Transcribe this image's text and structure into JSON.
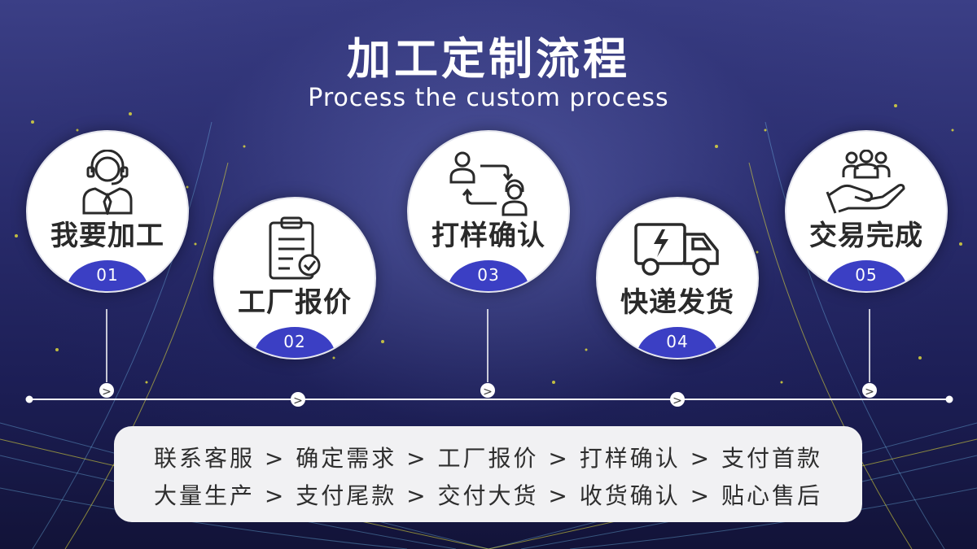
{
  "title": "加工定制流程",
  "subtitle": "Process the custom process",
  "steps": [
    {
      "label": "我要加工",
      "number": "01",
      "icon": "customer-service-icon"
    },
    {
      "label": "工厂报价",
      "number": "02",
      "icon": "quote-document-icon"
    },
    {
      "label": "打样确认",
      "number": "03",
      "icon": "sample-exchange-icon"
    },
    {
      "label": "快递发货",
      "number": "04",
      "icon": "delivery-truck-icon"
    },
    {
      "label": "交易完成",
      "number": "05",
      "icon": "deal-handshake-icon"
    }
  ],
  "timeline_arrow": ">",
  "flow_text": {
    "line1": "联系客服 > 确定需求 > 工厂报价 > 打样确认 > 支付首款",
    "line2": "大量生产 > 支付尾款 > 交付大货 > 收货确认 > 贴心售后"
  },
  "colors": {
    "accent": "#3b3fc4",
    "background": "#2a2d6e",
    "panel": "#f1f1f3",
    "title": "#ffffff",
    "spark": "#e8e23a"
  }
}
